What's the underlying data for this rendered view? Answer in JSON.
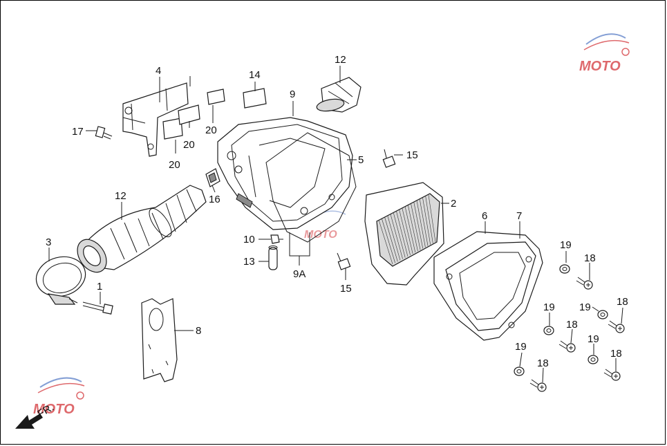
{
  "diagram": {
    "direction_label": "FR.",
    "watermark_text": "MOTO",
    "callouts": [
      {
        "id": "c1",
        "text": "1"
      },
      {
        "id": "c2",
        "text": "2"
      },
      {
        "id": "c3",
        "text": "3"
      },
      {
        "id": "c4",
        "text": "4"
      },
      {
        "id": "c5",
        "text": "5"
      },
      {
        "id": "c6",
        "text": "6"
      },
      {
        "id": "c7",
        "text": "7"
      },
      {
        "id": "c8",
        "text": "8"
      },
      {
        "id": "c9",
        "text": "9"
      },
      {
        "id": "c9a",
        "text": "9A"
      },
      {
        "id": "c10",
        "text": "10"
      },
      {
        "id": "c12a",
        "text": "12"
      },
      {
        "id": "c12b",
        "text": "12"
      },
      {
        "id": "c13",
        "text": "13"
      },
      {
        "id": "c14",
        "text": "14"
      },
      {
        "id": "c15a",
        "text": "15"
      },
      {
        "id": "c15b",
        "text": "15"
      },
      {
        "id": "c16",
        "text": "16"
      },
      {
        "id": "c17",
        "text": "17"
      },
      {
        "id": "c18a",
        "text": "18"
      },
      {
        "id": "c18b",
        "text": "18"
      },
      {
        "id": "c18c",
        "text": "18"
      },
      {
        "id": "c18d",
        "text": "18"
      },
      {
        "id": "c18e",
        "text": "18"
      },
      {
        "id": "c19a",
        "text": "19"
      },
      {
        "id": "c19b",
        "text": "19"
      },
      {
        "id": "c19c",
        "text": "19"
      },
      {
        "id": "c19d",
        "text": "19"
      },
      {
        "id": "c19e",
        "text": "19"
      },
      {
        "id": "c20a",
        "text": "20"
      },
      {
        "id": "c20b",
        "text": "20"
      },
      {
        "id": "c20c",
        "text": "20"
      }
    ],
    "colors": {
      "line": "#1a1a1a",
      "watermark_red": "#d4373c",
      "watermark_blue": "#5b7fc7"
    }
  }
}
